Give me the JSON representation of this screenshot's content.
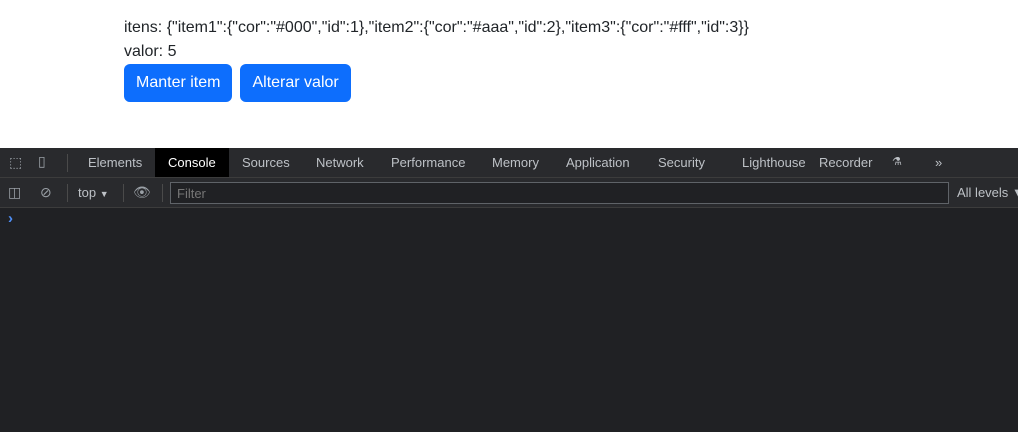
{
  "page": {
    "itens_line": "itens: {\"item1\":{\"cor\":\"#000\",\"id\":1},\"item2\":{\"cor\":\"#aaa\",\"id\":2},\"item3\":{\"cor\":\"#fff\",\"id\":3}}",
    "valor_line": "valor: 5",
    "buttons": [
      "Manter item",
      "Alterar valor"
    ],
    "button_color": "#0d6efd"
  },
  "devtools": {
    "tabs": [
      "Elements",
      "Console",
      "Sources",
      "Network",
      "Performance",
      "Memory",
      "Application",
      "Security",
      "Lighthouse",
      "Recorder"
    ],
    "active_tab": "Console",
    "more": "»",
    "context": "top",
    "filter_placeholder": "Filter",
    "levels": "All levels",
    "prompt": "›"
  }
}
